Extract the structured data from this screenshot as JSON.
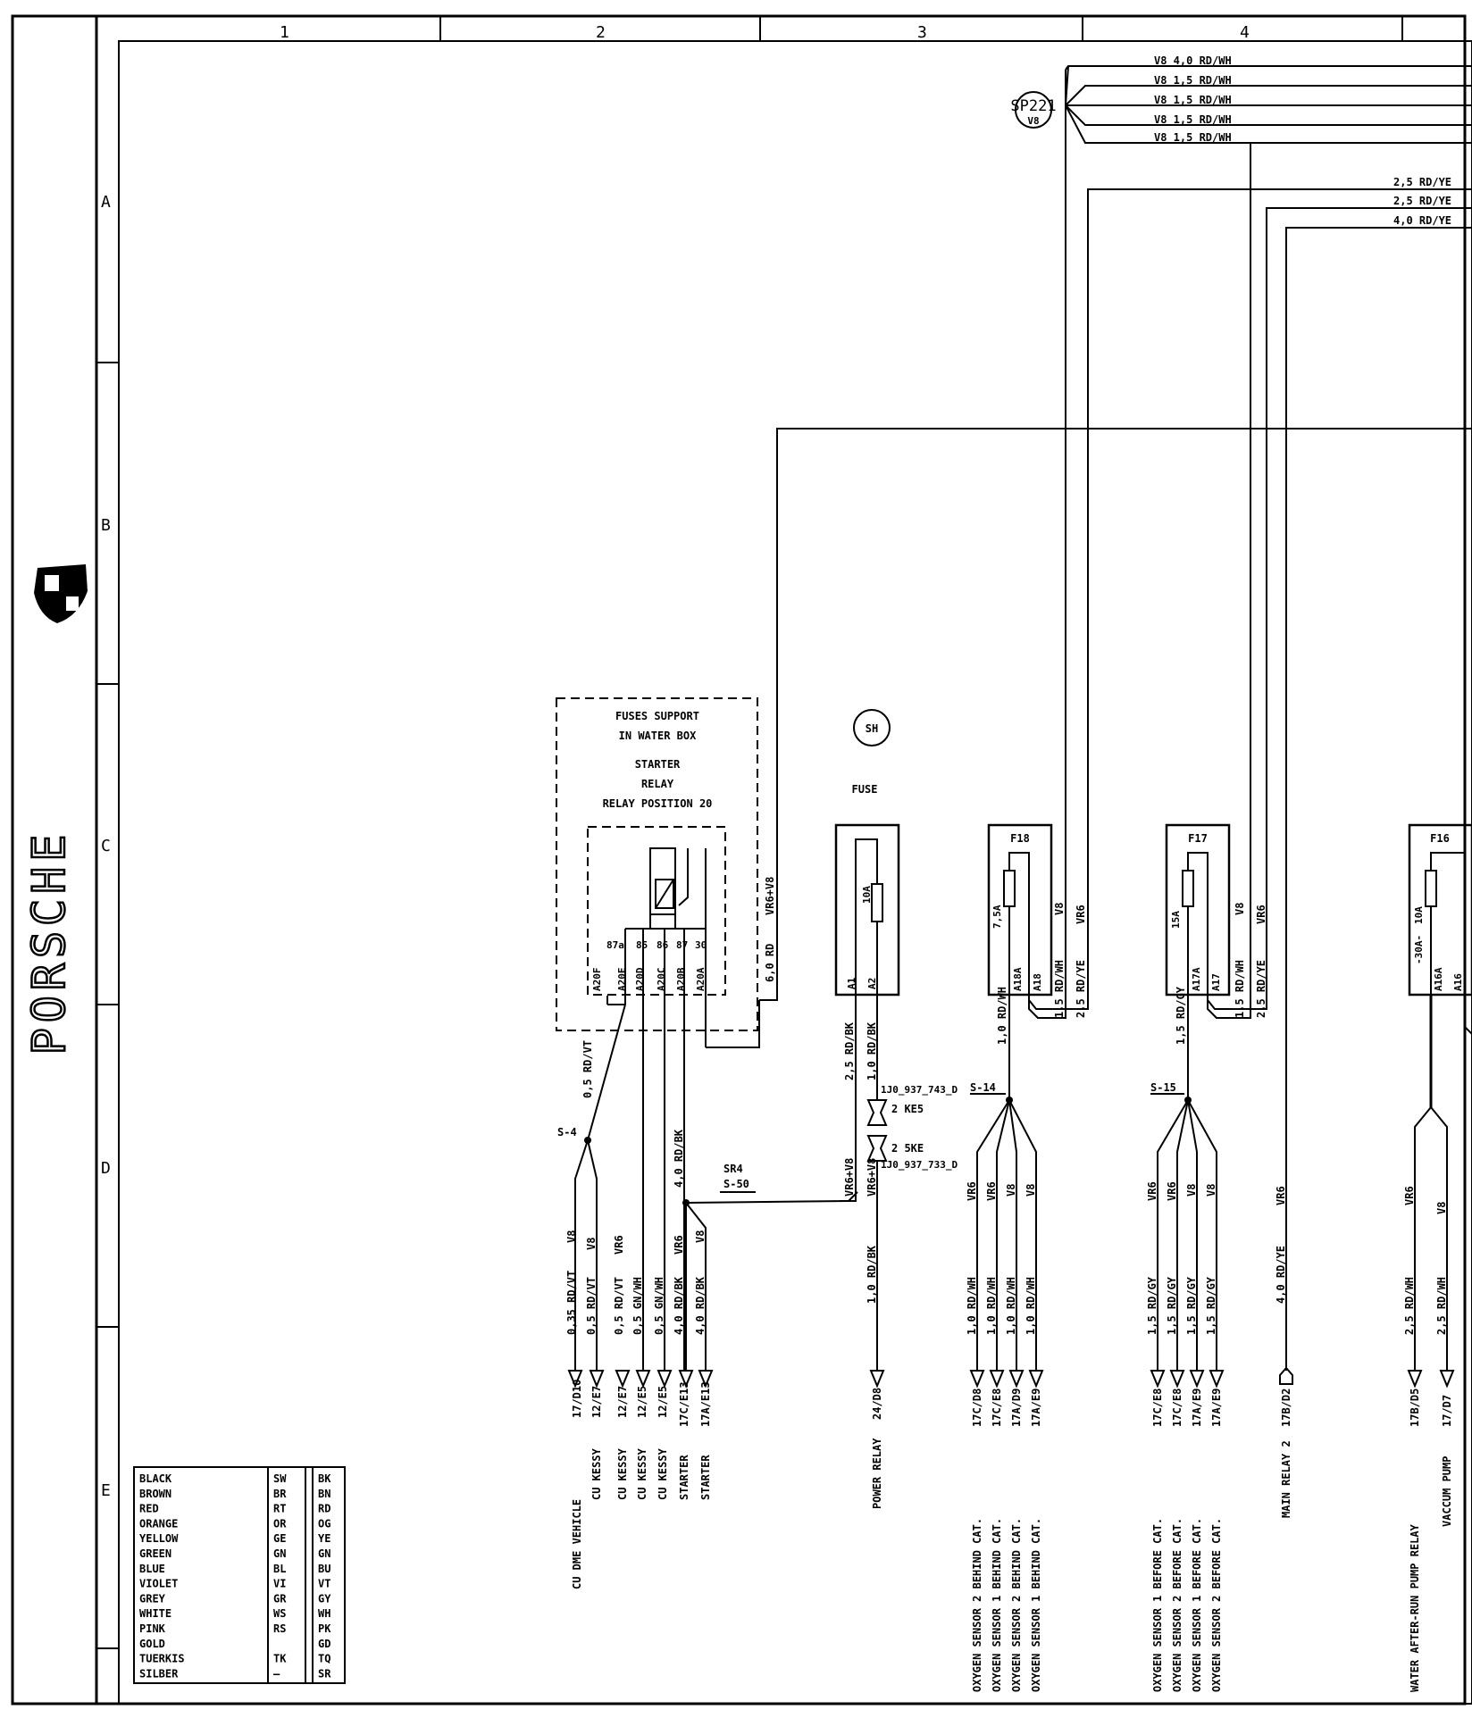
{
  "columns": [
    "1",
    "2",
    "3",
    "4"
  ],
  "rows": [
    "A",
    "B",
    "C",
    "D",
    "E"
  ],
  "brand": "PORSCHE",
  "splice_sp221": {
    "id": "SP221",
    "sub": "V8"
  },
  "top_wires": [
    "V8 4,0 RD/WH",
    "V8 1,5 RD/WH",
    "V8 1,5 RD/WH",
    "V8 1,5 RD/WH",
    "V8 1,5 RD/WH"
  ],
  "right_wires": [
    "2,5 RD/YE",
    "2,5 RD/YE",
    "4,0 RD/YE"
  ],
  "fuse_support": {
    "l1": "FUSES SUPPORT",
    "l2": "IN WATER BOX",
    "l3": "STARTER",
    "l4": "RELAY",
    "l5": "RELAY POSITION  20"
  },
  "relay_pins": [
    "87a",
    "85",
    "86",
    "87",
    "30"
  ],
  "relay_terms": [
    "A20F",
    "A20E",
    "A20D",
    "A20C",
    "A20B",
    "A20A"
  ],
  "relay_out_wire": "6,0 RD",
  "relay_out_vr": "VR6+V8",
  "sh": {
    "label": "SH",
    "caption": "FUSE"
  },
  "fuse_main": {
    "rating": "10A",
    "t1": "A1",
    "t2": "A2"
  },
  "f18": {
    "name": "F18",
    "rating": "7,5A",
    "t1": "A18A",
    "t2": "A18",
    "v1": "V8",
    "v2": "VR6",
    "w1": "1,5 RD/WH",
    "w2": "2,5 RD/YE"
  },
  "f17": {
    "name": "F17",
    "rating": "15A",
    "t1": "A17A",
    "t2": "A17",
    "v1": "V8",
    "v2": "VR6",
    "w1": "1,5 RD/WH",
    "w2": "2,5 RD/YE"
  },
  "f16": {
    "name": "F16",
    "rating": "10A",
    "extra": "-30A-",
    "t1": "A16A",
    "t2": "A16"
  },
  "splices": {
    "s4": "S-4",
    "s4_wire": "0,5 RD/VT",
    "sr4": "SR4",
    "s50": "S-50",
    "s50_wire": "4,0 RD/BK",
    "s14": "S-14",
    "s14_wire": "1,0 RD/WH",
    "s15": "S-15",
    "s15_wire": "1,5 RD/GY"
  },
  "fuse_wires": {
    "a1": "2,5 RD/BK",
    "a2": "1,0 RD/BK"
  },
  "connectors": {
    "ke5": "2 KE5",
    "ke5_part": "1J0_937_743_D",
    "ke2": "2 5KE",
    "ke2_part": "1J0_937_733_D",
    "vr_a": "VR6+V8",
    "vr_b": "VR6+V8"
  },
  "branches": [
    {
      "wire": "0,35 RD/VT",
      "vr": "V8",
      "ref": "17/D10",
      "dest": "CU DME VEHICLE"
    },
    {
      "wire": "0,5 RD/VT",
      "vr": "V8",
      "ref": "12/E7",
      "dest": "CU KESSY"
    },
    {
      "wire": "0,5 RD/VT",
      "vr": "VR6",
      "ref": "12/E7",
      "dest": "CU KESSY"
    },
    {
      "wire": "0,5 GN/WH",
      "vr": "",
      "ref": "12/E5",
      "dest": "CU KESSY"
    },
    {
      "wire": "0,5 GN/WH",
      "vr": "",
      "ref": "12/E5",
      "dest": "CU KESSY"
    },
    {
      "wire": "4,0 RD/BK",
      "vr": "VR6",
      "ref": "17C/E13",
      "dest": "STARTER"
    },
    {
      "wire": "4,0 RD/BK",
      "vr": "V8",
      "ref": "17A/E13",
      "dest": "STARTER"
    },
    {
      "wire": "1,0 RD/BK",
      "vr": "",
      "ref": "24/D8",
      "dest": "POWER RELAY"
    },
    {
      "wire": "1,0 RD/WH",
      "vr": "VR6",
      "ref": "17C/D8",
      "dest": "OXYGEN SENSOR 2 BEHIND CAT."
    },
    {
      "wire": "1,0 RD/WH",
      "vr": "VR6",
      "ref": "17C/E8",
      "dest": "OXYGEN SENSOR 1 BEHIND CAT."
    },
    {
      "wire": "1,0 RD/WH",
      "vr": "V8",
      "ref": "17A/D9",
      "dest": "OXYGEN SENSOR 2 BEHIND CAT."
    },
    {
      "wire": "1,0 RD/WH",
      "vr": "V8",
      "ref": "17A/E9",
      "dest": "OXYGEN SENSOR 1 BEHIND CAT."
    },
    {
      "wire": "1,5 RD/GY",
      "vr": "VR6",
      "ref": "17C/E8",
      "dest": "OXYGEN SENSOR 1 BEFORE CAT."
    },
    {
      "wire": "1,5 RD/GY",
      "vr": "VR6",
      "ref": "17C/E8",
      "dest": "OXYGEN SENSOR 2 BEFORE CAT."
    },
    {
      "wire": "1,5 RD/GY",
      "vr": "V8",
      "ref": "17A/E9",
      "dest": "OXYGEN SENSOR 1 BEFORE CAT."
    },
    {
      "wire": "1,5 RD/GY",
      "vr": "V8",
      "ref": "17A/E9",
      "dest": "OXYGEN SENSOR 2 BEFORE CAT."
    },
    {
      "wire": "4,0 RD/YE",
      "vr": "VR6",
      "ref": "17B/D2",
      "dest": "MAIN RELAY 2"
    },
    {
      "wire": "2,5 RD/WH",
      "vr": "VR6",
      "ref": "17B/D5",
      "dest": "WATER AFTER-RUN PUMP RELAY"
    },
    {
      "wire": "2,5 RD/WH",
      "vr": "V8",
      "ref": "17/D7",
      "dest": "VACCUM PUMP"
    }
  ],
  "legend": [
    [
      "BLACK",
      "SW",
      "BK"
    ],
    [
      "BROWN",
      "BR",
      "BN"
    ],
    [
      "RED",
      "RT",
      "RD"
    ],
    [
      "ORANGE",
      "OR",
      "OG"
    ],
    [
      "YELLOW",
      "GE",
      "YE"
    ],
    [
      "GREEN",
      "GN",
      "GN"
    ],
    [
      "BLUE",
      "BL",
      "BU"
    ],
    [
      "VIOLET",
      "VI",
      "VT"
    ],
    [
      "GREY",
      "GR",
      "GY"
    ],
    [
      "WHITE",
      "WS",
      "WH"
    ],
    [
      "PINK",
      "RS",
      "PK"
    ],
    [
      "GOLD",
      "",
      "GD"
    ],
    [
      "TUERKIS",
      "TK",
      "TQ"
    ],
    [
      "SILBER",
      "—",
      "SR"
    ]
  ]
}
